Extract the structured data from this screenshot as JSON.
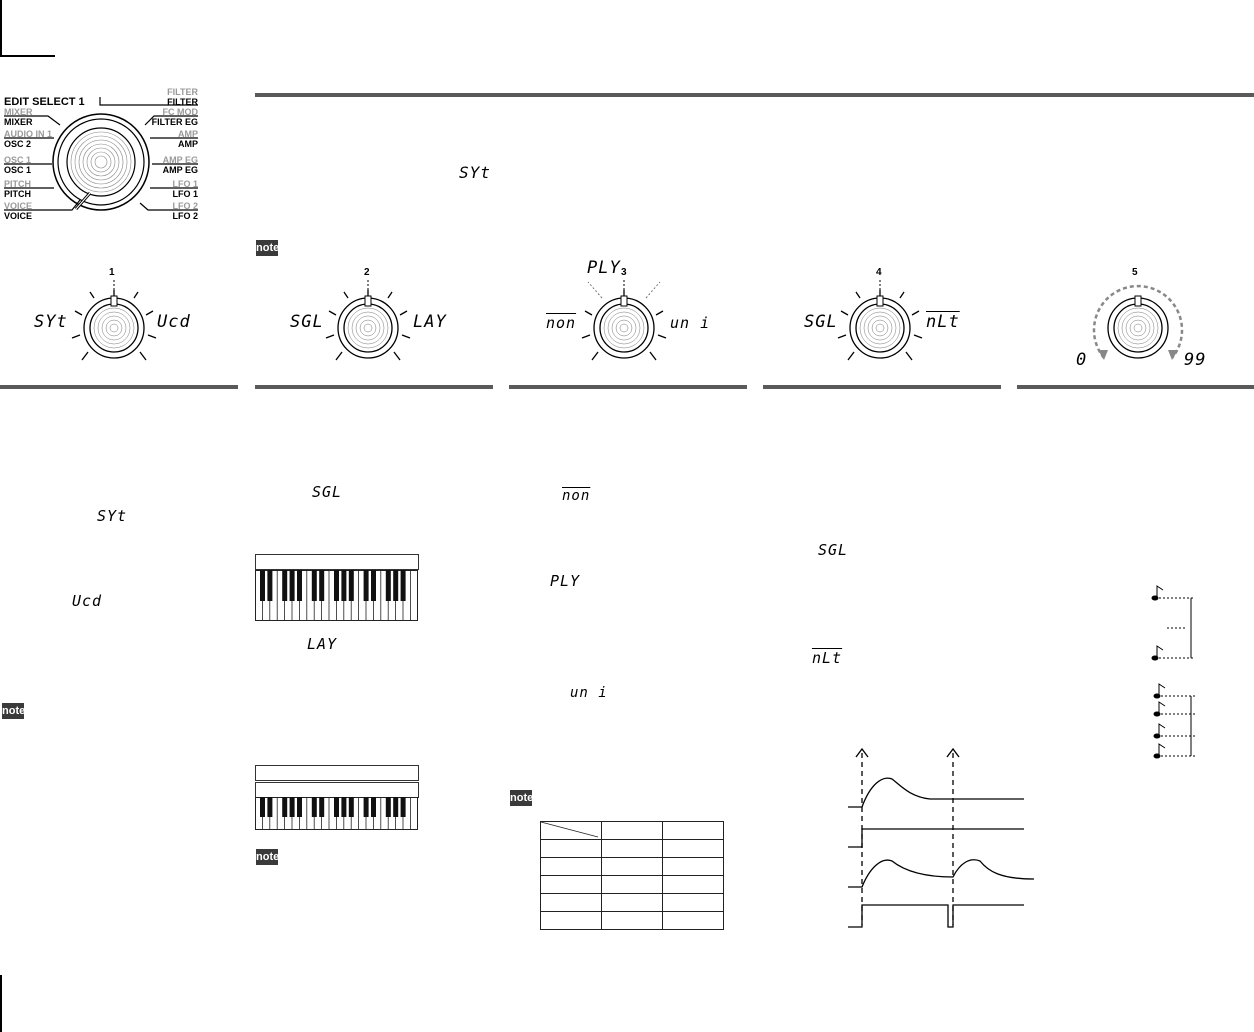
{
  "edit_select": {
    "title": "EDIT SELECT 1",
    "left_labels": [
      {
        "grey": "MIXER",
        "black": "MIXER"
      },
      {
        "grey": "AUDIO IN 1",
        "black": "OSC 2"
      },
      {
        "grey": "OSC 1",
        "black": "OSC 1"
      },
      {
        "grey": "PITCH",
        "black": "PITCH"
      },
      {
        "grey": "VOICE",
        "black": "VOICE"
      }
    ],
    "right_labels": [
      {
        "grey": "FILTER",
        "black": "FILTER"
      },
      {
        "grey": "FC MOD",
        "black": "FILTER EG"
      },
      {
        "grey": "AMP",
        "black": "AMP"
      },
      {
        "grey": "AMP EG",
        "black": "AMP EG"
      },
      {
        "grey": "LFO 1",
        "black": "LFO 1"
      },
      {
        "grey": "LFO 2",
        "black": "LFO 2"
      }
    ]
  },
  "header": {
    "lcd": "SYt"
  },
  "knobs": [
    {
      "num": "1",
      "left": "SYt",
      "right": "Ucd"
    },
    {
      "num": "2",
      "left": "SGL",
      "right": "LAY"
    },
    {
      "num": "3",
      "top": "PLY",
      "left": "non",
      "right": "un i"
    },
    {
      "num": "4",
      "left": "SGL",
      "right": "nLt"
    },
    {
      "num": "5",
      "left": "0",
      "right": "99"
    }
  ],
  "col1": {
    "lcd_a": "SYt",
    "lcd_b": "Ucd"
  },
  "col2": {
    "lcd_a": "SGL",
    "lcd_b": "LAY"
  },
  "col3": {
    "lcd_a": "non",
    "lcd_b": "PLY",
    "lcd_c": "un i"
  },
  "col4": {
    "lcd_a": "SGL",
    "lcd_b": "nLt"
  },
  "note_label": "note",
  "table": {
    "rows": 6,
    "cols": 3
  }
}
